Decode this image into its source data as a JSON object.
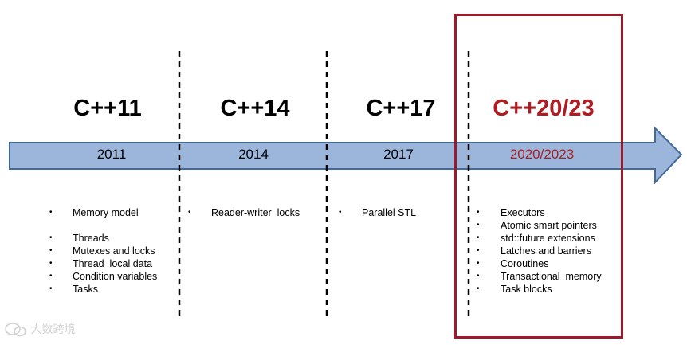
{
  "colors": {
    "arrow_fill": "#9bb6da",
    "arrow_stroke": "#416a9a",
    "highlight": "#b01c22",
    "box_border": "#9b1b2a",
    "divider": "#000000"
  },
  "timeline": [
    {
      "heading": "C++11",
      "year": "2011",
      "items": [
        "Memory model",
        "Threads",
        "Mutexes and locks",
        "Thread  local data",
        "Condition variables",
        "Tasks"
      ]
    },
    {
      "heading": "C++14",
      "year": "2014",
      "items": [
        "Reader-writer  locks"
      ]
    },
    {
      "heading": "C++17",
      "year": "2017",
      "items": [
        "Parallel STL"
      ]
    },
    {
      "heading": "C++20/23",
      "year": "2020/2023",
      "highlighted": true,
      "items": [
        "Executors",
        "Atomic smart pointers",
        "std::future extensions",
        "Latches and barriers",
        "Coroutines",
        "Transactional  memory",
        "Task blocks"
      ]
    }
  ],
  "watermark": {
    "icon": "wechat-logo-icon",
    "text": "大数跨境"
  }
}
